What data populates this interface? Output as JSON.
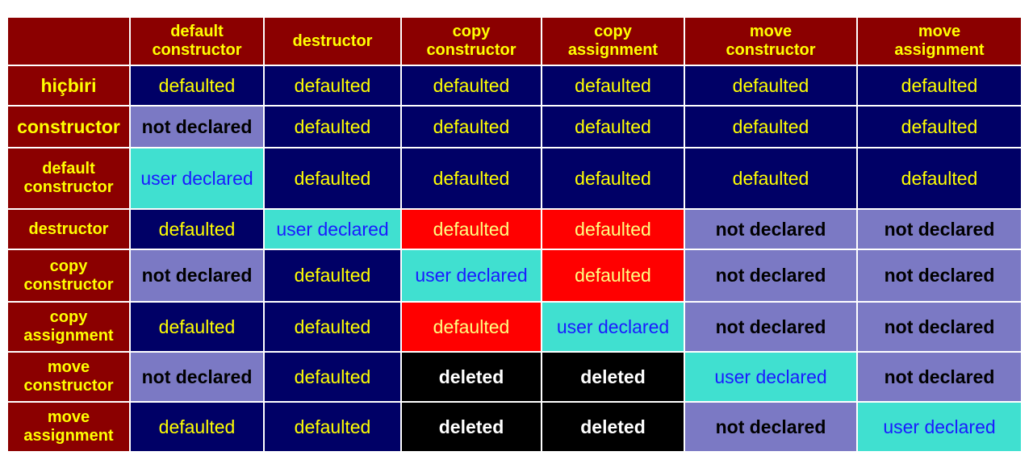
{
  "table": {
    "corner": "",
    "columns": [
      "default\nconstructor",
      "destructor",
      "copy\nconstructor",
      "copy\nassignment",
      "move\nconstructor",
      "move\nassignment"
    ],
    "rows": [
      {
        "header": "hiçbiri",
        "cells": [
          {
            "text": "defaulted",
            "state": "defaulted"
          },
          {
            "text": "defaulted",
            "state": "defaulted"
          },
          {
            "text": "defaulted",
            "state": "defaulted"
          },
          {
            "text": "defaulted",
            "state": "defaulted"
          },
          {
            "text": "defaulted",
            "state": "defaulted"
          },
          {
            "text": "defaulted",
            "state": "defaulted"
          }
        ]
      },
      {
        "header": "constructor",
        "cells": [
          {
            "text": "not declared",
            "state": "not-declared"
          },
          {
            "text": "defaulted",
            "state": "defaulted"
          },
          {
            "text": "defaulted",
            "state": "defaulted"
          },
          {
            "text": "defaulted",
            "state": "defaulted"
          },
          {
            "text": "defaulted",
            "state": "defaulted"
          },
          {
            "text": "defaulted",
            "state": "defaulted"
          }
        ]
      },
      {
        "header": "default\nconstructor",
        "cells": [
          {
            "text": "user declared",
            "state": "user"
          },
          {
            "text": "defaulted",
            "state": "defaulted"
          },
          {
            "text": "defaulted",
            "state": "defaulted"
          },
          {
            "text": "defaulted",
            "state": "defaulted"
          },
          {
            "text": "defaulted",
            "state": "defaulted"
          },
          {
            "text": "defaulted",
            "state": "defaulted"
          }
        ]
      },
      {
        "header": "destructor",
        "cells": [
          {
            "text": "defaulted",
            "state": "defaulted"
          },
          {
            "text": "user declared",
            "state": "user"
          },
          {
            "text": "defaulted",
            "state": "red"
          },
          {
            "text": "defaulted",
            "state": "red"
          },
          {
            "text": "not declared",
            "state": "not-declared"
          },
          {
            "text": "not declared",
            "state": "not-declared"
          }
        ]
      },
      {
        "header": "copy\nconstructor",
        "cells": [
          {
            "text": "not declared",
            "state": "not-declared"
          },
          {
            "text": "defaulted",
            "state": "defaulted"
          },
          {
            "text": "user declared",
            "state": "user"
          },
          {
            "text": "defaulted",
            "state": "red"
          },
          {
            "text": "not declared",
            "state": "not-declared"
          },
          {
            "text": "not declared",
            "state": "not-declared"
          }
        ]
      },
      {
        "header": "copy\nassignment",
        "cells": [
          {
            "text": "defaulted",
            "state": "defaulted"
          },
          {
            "text": "defaulted",
            "state": "defaulted"
          },
          {
            "text": "defaulted",
            "state": "red"
          },
          {
            "text": "user declared",
            "state": "user"
          },
          {
            "text": "not declared",
            "state": "not-declared"
          },
          {
            "text": "not declared",
            "state": "not-declared"
          }
        ]
      },
      {
        "header": "move\nconstructor",
        "cells": [
          {
            "text": "not declared",
            "state": "not-declared"
          },
          {
            "text": "defaulted",
            "state": "defaulted"
          },
          {
            "text": "deleted",
            "state": "deleted"
          },
          {
            "text": "deleted",
            "state": "deleted"
          },
          {
            "text": "user declared",
            "state": "user"
          },
          {
            "text": "not declared",
            "state": "not-declared"
          }
        ]
      },
      {
        "header": "move\nassignment",
        "cells": [
          {
            "text": "defaulted",
            "state": "defaulted"
          },
          {
            "text": "defaulted",
            "state": "defaulted"
          },
          {
            "text": "deleted",
            "state": "deleted"
          },
          {
            "text": "deleted",
            "state": "deleted"
          },
          {
            "text": "not declared",
            "state": "not-declared"
          },
          {
            "text": "user declared",
            "state": "user"
          }
        ]
      }
    ]
  },
  "colors": {
    "header_bg": "#8b0000",
    "header_text": "#ffff00",
    "defaulted_bg": "#000066",
    "not_declared_bg": "#7b79c4",
    "user_declared_bg": "#40e0d0",
    "user_declared_text": "#1a1aff",
    "red_defaulted_bg": "#ff0000",
    "deleted_bg": "#000000"
  }
}
